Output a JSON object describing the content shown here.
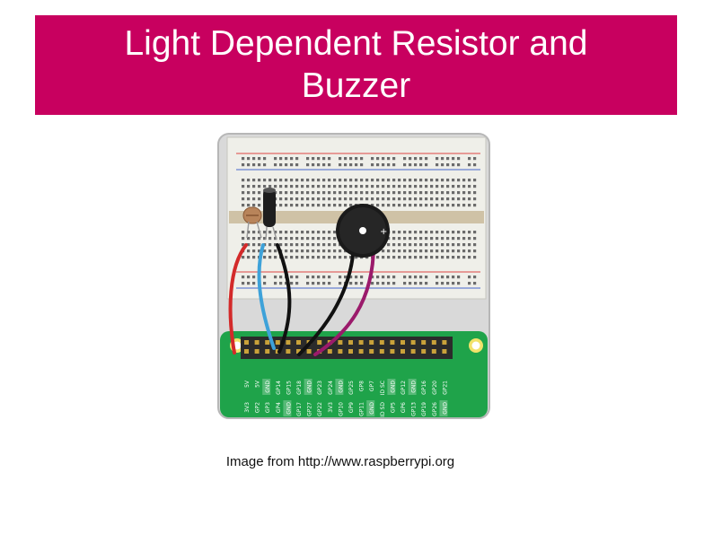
{
  "slide": {
    "title_line1": "Light Dependent Resistor and",
    "title_line2": "Buzzer",
    "caption": "Image from http://www.raspberrypi.org"
  },
  "colors": {
    "title_bg": "#c8005f",
    "title_text": "#ffffff",
    "board_green": "#1fa34a",
    "wire_red": "#d32a2a",
    "wire_blue": "#3ea2d9",
    "wire_black": "#111111",
    "wire_purple": "#9b1a6b"
  },
  "figure": {
    "pin_labels_top": [
      "5V",
      "5V",
      "GND",
      "GP14",
      "GP15",
      "GP18",
      "GND",
      "GP23",
      "GP24",
      "GND",
      "GP25",
      "GP8",
      "GP7",
      "ID SC",
      "GND",
      "GP12",
      "GND",
      "GP16",
      "GP20",
      "GP21"
    ],
    "pin_labels_bottom": [
      "3V3",
      "GP2",
      "GP3",
      "GP4",
      "GND",
      "GP17",
      "GP27",
      "GP22",
      "3V3",
      "GP10",
      "GP9",
      "GP11",
      "GND",
      "ID SD",
      "GP5",
      "GP6",
      "GP13",
      "GP19",
      "GP26",
      "GND"
    ]
  }
}
